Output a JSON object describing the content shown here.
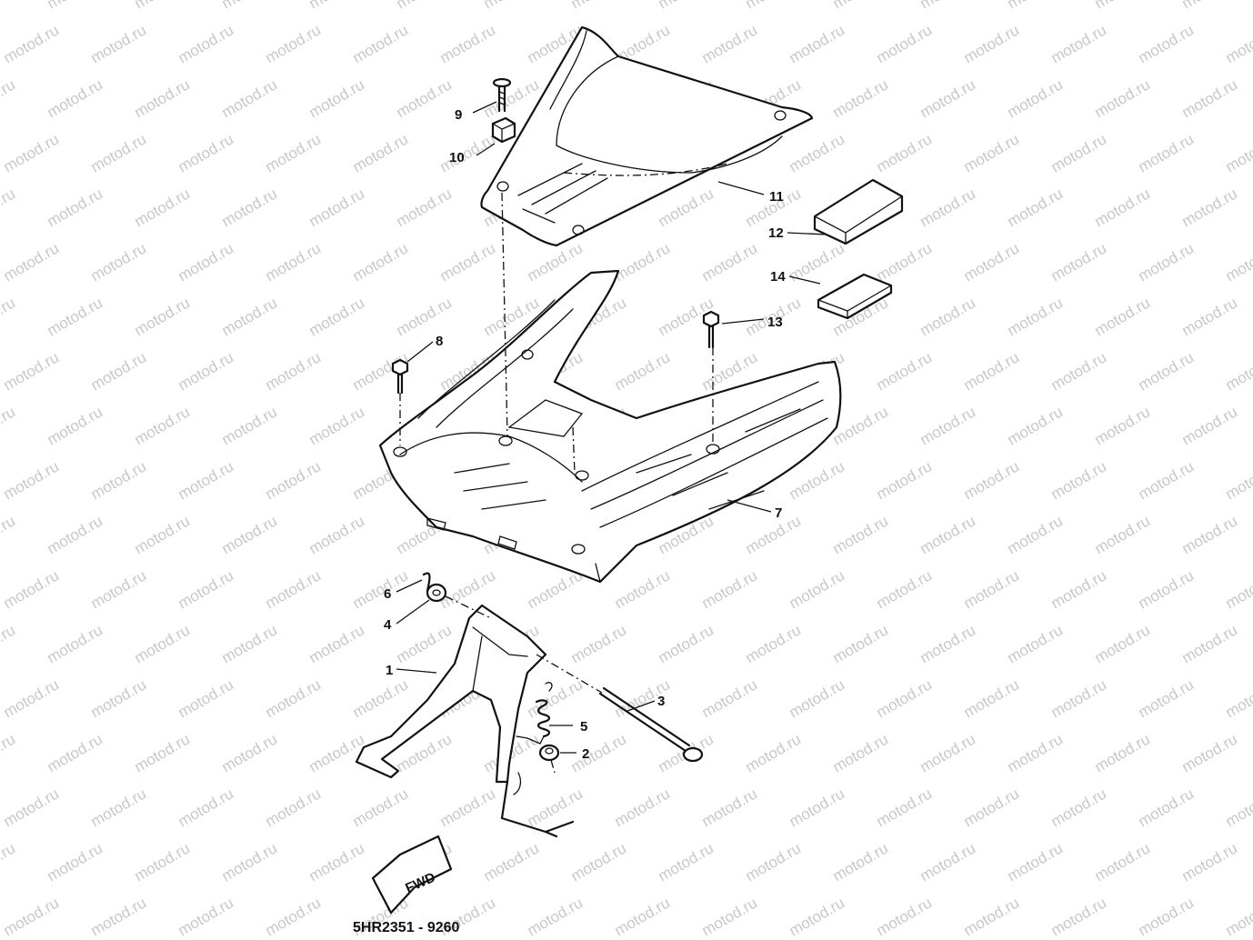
{
  "watermark": {
    "text": "motod.ru"
  },
  "diagram": {
    "part_labels": [
      "1",
      "2",
      "3",
      "4",
      "5",
      "6",
      "7",
      "8",
      "9",
      "10",
      "11",
      "12",
      "13",
      "14"
    ],
    "direction_arrow": "FWD",
    "drawing_code": "5HR2351 - 9260"
  },
  "colors": {
    "ink": "#111111",
    "watermark": "#c8c8c8",
    "background": "#ffffff"
  }
}
